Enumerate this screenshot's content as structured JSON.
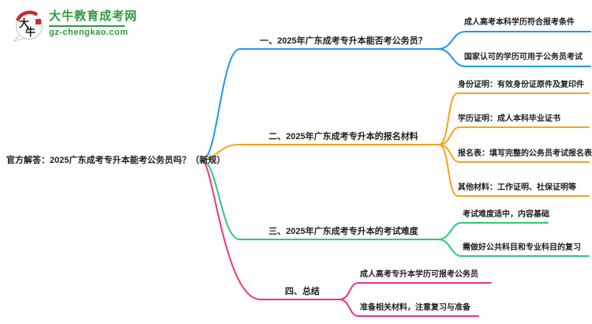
{
  "site": {
    "logo_title": "大牛教育成考网",
    "logo_domain": "gz-chengkao.com",
    "logo_seal_chars": "大牛",
    "brand_green": "#2e9b3f",
    "brand_red": "#cb2a30"
  },
  "mindmap": {
    "root": "官方解答：2025广东成考专升本能考公务员吗？（新规）",
    "branches": [
      {
        "label": "一、2025年广东成考专升本能否考公务员？",
        "color": "#2196f3",
        "children": [
          "成人高考本科学历符合报考条件",
          "国家认可的学历可用于公务员考试"
        ]
      },
      {
        "label": "二、2025年广东成考专升本的报名材料",
        "color": "#f9a21b",
        "children": [
          "身份证明：有效身份证原件及复印件",
          "学历证明：成人本科毕业证书",
          "报名表：填写完整的公务员考试报名表",
          "其他材料：工作证明、社保证明等"
        ]
      },
      {
        "label": "三、2025年广东成考专升本的考试难度",
        "color": "#2ecc71",
        "children": [
          "考试难度适中，内容基础",
          "需做好公共科目和专业科目的复习"
        ]
      },
      {
        "label": "四、总结",
        "color": "#f5317f",
        "children": [
          "成人高考专升本学历可报考公务员",
          "准备相关材料，注意复习与准备"
        ]
      }
    ]
  }
}
